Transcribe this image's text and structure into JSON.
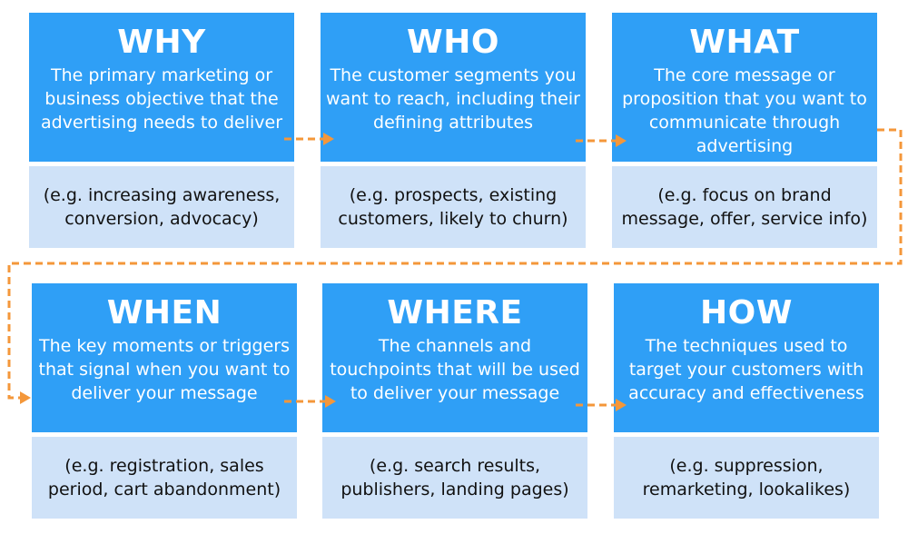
{
  "accent_color": "#2f9ff6",
  "light_color": "#cfe2f8",
  "arrow_color": "#f4973a",
  "cards": [
    {
      "title": "WHY",
      "description": "The primary marketing or business objective that the advertising needs to deliver",
      "example": "(e.g. increasing awareness, conversion, advocacy)"
    },
    {
      "title": "WHO",
      "description": "The customer segments you want to reach, including their defining attributes",
      "example": "(e.g. prospects, existing customers, likely to churn)"
    },
    {
      "title": "WHAT",
      "description": "The core message or proposition that you want to communicate through advertising",
      "example": "(e.g. focus on brand message, offer, service info)"
    },
    {
      "title": "WHEN",
      "description": "The key moments or triggers that signal when you want to deliver your message",
      "example": "(e.g. registration, sales period, cart abandonment)"
    },
    {
      "title": "WHERE",
      "description": "The channels and touchpoints that will be used to deliver your message",
      "example": "(e.g. search results, publishers, landing pages)"
    },
    {
      "title": "HOW",
      "description": "The techniques used to target your customers with accuracy and effectiveness",
      "example": "(e.g. suppression, remarketing, lookalikes)"
    }
  ]
}
